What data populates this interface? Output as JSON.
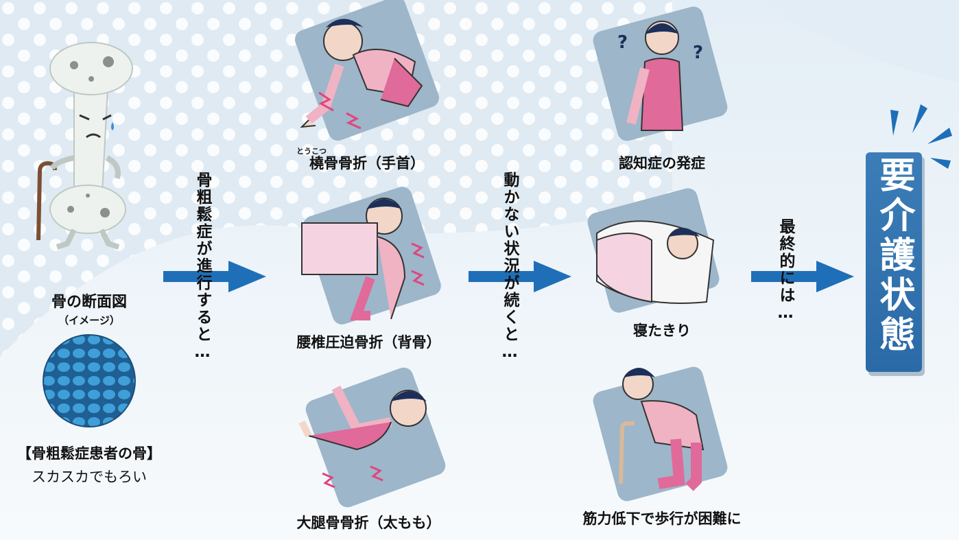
{
  "bone": {
    "caption": "骨の断面図",
    "sub": "（イメージ）",
    "title": "【骨粗鬆症患者の骨】",
    "desc": "スカスカでもろい"
  },
  "flow": {
    "step1": "骨粗鬆症が進行すると…",
    "step2": "動かない状況が続くと…",
    "step3": "最終的には…"
  },
  "fractures": {
    "wrist_ruby": "とうこつ",
    "wrist": "橈骨骨折（手首）",
    "spine": "腰椎圧迫骨折（背骨）",
    "femur": "大腿骨骨折（太もも）"
  },
  "outcomes": {
    "dementia": "認知症の発症",
    "bedridden": "寝たきり",
    "walking": "筋力低下で歩行が困難に"
  },
  "result": "要介護状態",
  "colors": {
    "accent": "#2a6aa6",
    "arrow": "#1f6fb8",
    "tile": "#9db6c9",
    "pink": "#e06a9a",
    "skin": "#f2d7c8"
  }
}
